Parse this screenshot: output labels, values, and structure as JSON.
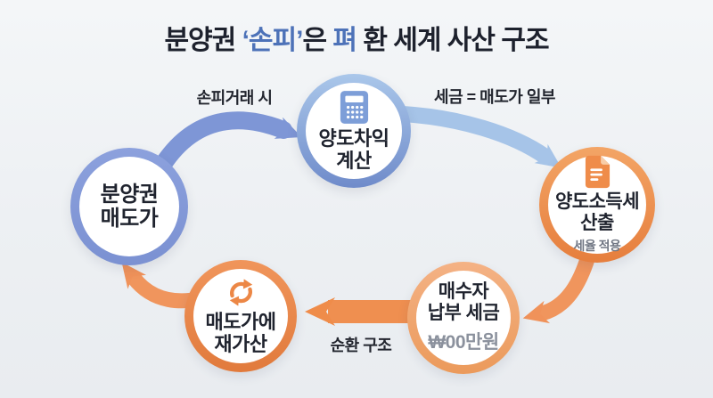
{
  "title": {
    "part1": "분양권 ",
    "part2": "‘손피’",
    "part3": "은 ",
    "part4": "펴",
    "part5": " 환 세계 사산 구조"
  },
  "labels": {
    "sonpi_trade": "손피거래 시",
    "tax_equals": "세금 = 매도가 일부",
    "cycle": "순환 구조"
  },
  "nodes": {
    "sale_price": {
      "line1": "분양권",
      "line2": "매도가"
    },
    "gain_calc": {
      "line1": "양도차익",
      "line2": "계산",
      "icon": "calculator-icon"
    },
    "tax_calc": {
      "line1": "양도소득세",
      "line2": "산출",
      "sub": "세율 적용",
      "icon": "document-icon"
    },
    "buyer_tax": {
      "line1": "매수자",
      "line2": "납부 세금",
      "sub": "₩00만원"
    },
    "re_add": {
      "line1": "매도가에",
      "line2": "재가산",
      "icon": "refresh-icon"
    }
  },
  "colors": {
    "accent_blue": "#4d72b8",
    "arrow_blue": "#7e96d6",
    "arrow_light_blue": "#a6c4e8",
    "arrow_orange": "#f0925a",
    "ring_blue": "#8398da",
    "ring_orange": "#ee8f4f",
    "text_dark": "#1f232e",
    "text_gray": "#8b919d"
  }
}
